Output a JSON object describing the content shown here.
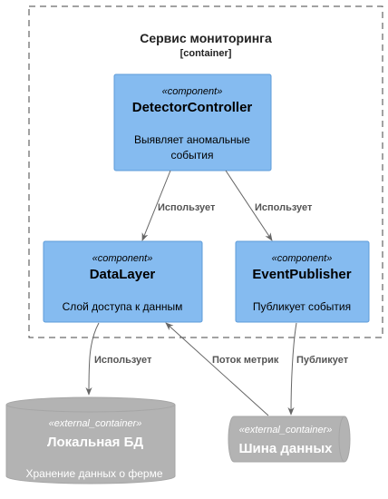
{
  "boundary": {
    "title": "Сервис мониторинга",
    "tag": "[container]"
  },
  "components": {
    "detector": {
      "stereotype": "«component»",
      "name": "DetectorController",
      "desc_line1": "Выявляет аномальные",
      "desc_line2": "события"
    },
    "datalayer": {
      "stereotype": "«component»",
      "name": "DataLayer",
      "desc": "Слой доступа к данным"
    },
    "publisher": {
      "stereotype": "«component»",
      "name": "EventPublisher",
      "desc": "Публикует события"
    }
  },
  "external": {
    "db": {
      "stereotype": "«external_container»",
      "name": "Локальная БД",
      "desc": "Хранение данных о ферме"
    },
    "bus": {
      "stereotype": "«external_container»",
      "name": "Шина данных"
    }
  },
  "relations": {
    "detector_to_datalayer": "Использует",
    "detector_to_publisher": "Использует",
    "datalayer_to_db": "Использует",
    "bus_to_datalayer": "Поток метрик",
    "publisher_to_bus": "Публикует"
  },
  "colors": {
    "component_fill": "#85bbf0",
    "component_stroke": "#5d9bd9",
    "external_fill": "#b3b3b3",
    "external_stroke": "#a6a6a6",
    "arrow": "#666666",
    "boundary": "#444444"
  }
}
